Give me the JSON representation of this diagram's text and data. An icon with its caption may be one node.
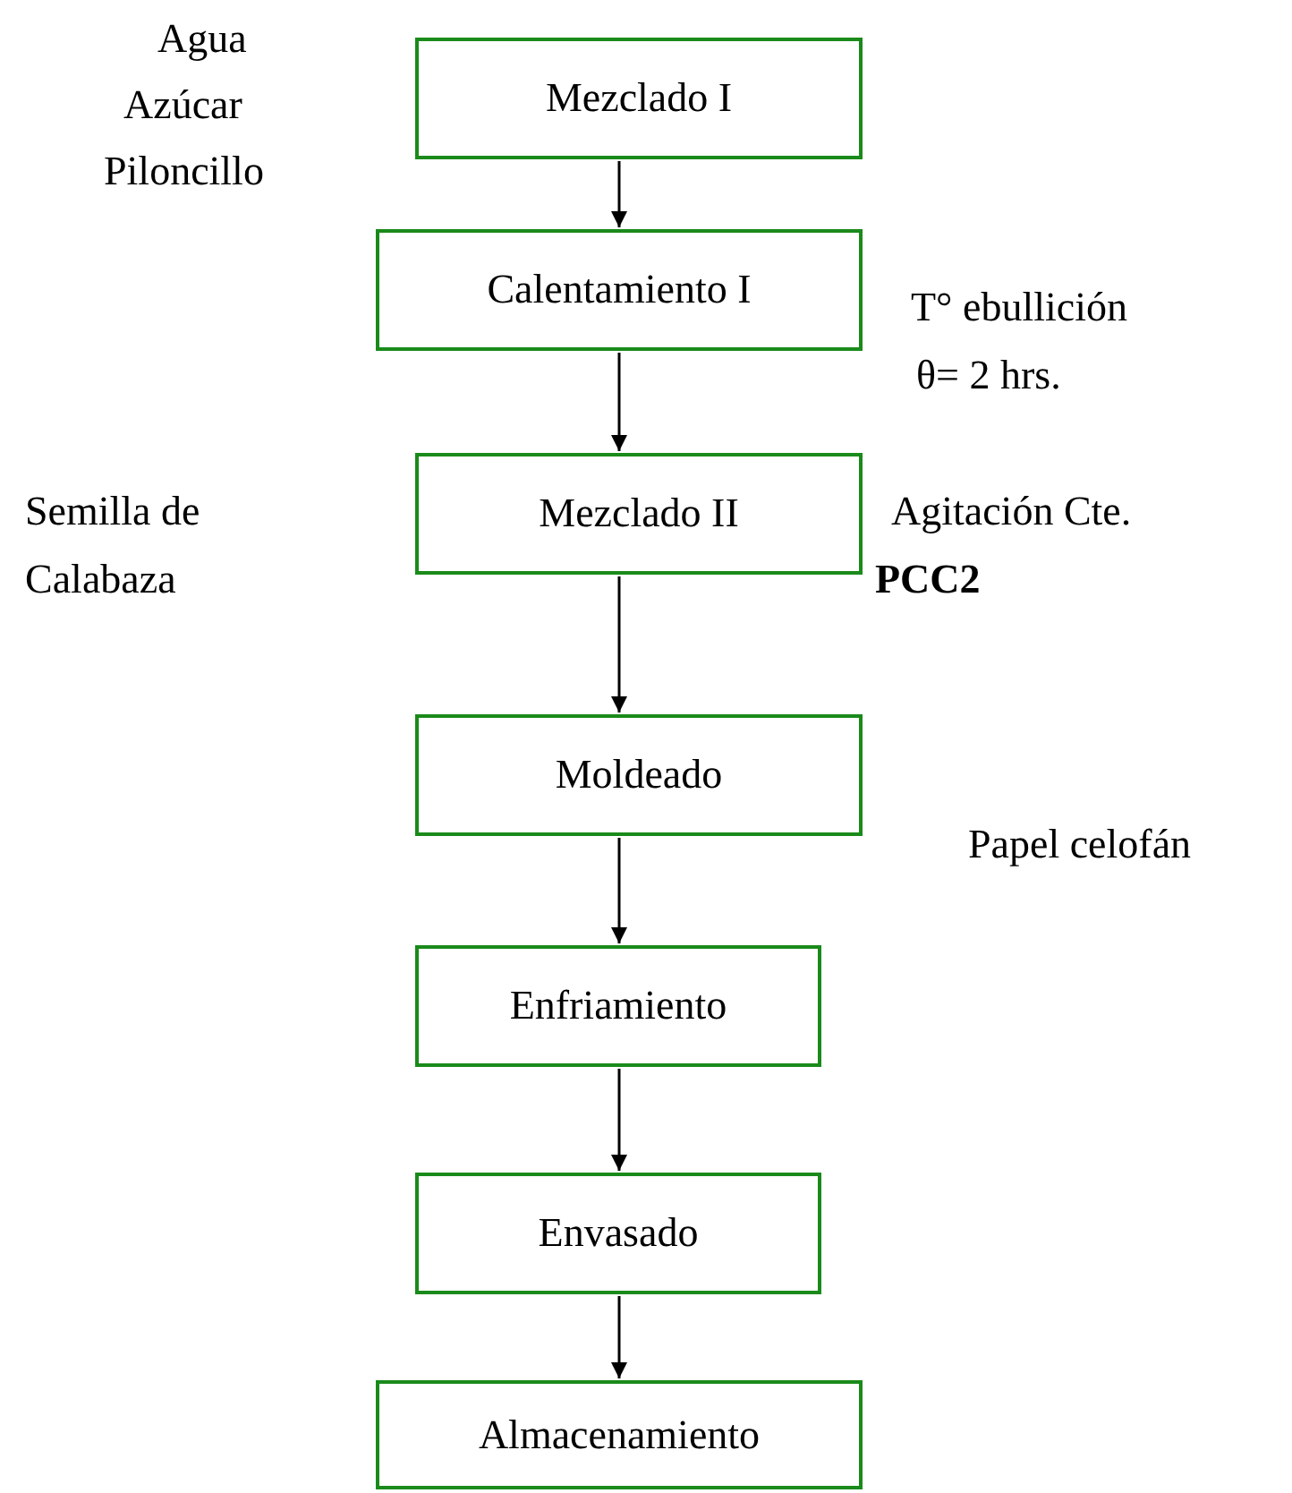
{
  "diagram": {
    "nodes": [
      {
        "text": [
          "Mezclado I"
        ]
      },
      {
        "text": [
          "Calentamiento I"
        ]
      },
      {
        "text": [
          "Mezclado II"
        ]
      },
      {
        "text": [
          "Moldeado"
        ]
      },
      {
        "text": [
          "Enfriamiento"
        ]
      },
      {
        "text": [
          "Envasado"
        ]
      },
      {
        "text": [
          "Almacenamiento"
        ]
      }
    ],
    "edges": [
      {
        "from": 0,
        "to": 1,
        "arrow": "to"
      },
      {
        "from": 1,
        "to": 2,
        "arrow": "to"
      },
      {
        "from": 2,
        "to": 3,
        "arrow": "to"
      },
      {
        "from": 3,
        "to": 4,
        "arrow": "to"
      },
      {
        "from": 4,
        "to": 5,
        "arrow": "to"
      },
      {
        "from": 5,
        "to": 6,
        "arrow": "to"
      }
    ],
    "labels": [
      "Agua",
      "Azúcar",
      "Piloncillo",
      "T° ebullición",
      "θ= 2 hrs.",
      "Semilla de",
      "Agitación Cte.",
      "Calabaza",
      "PCC2",
      "Papel celofán"
    ]
  }
}
